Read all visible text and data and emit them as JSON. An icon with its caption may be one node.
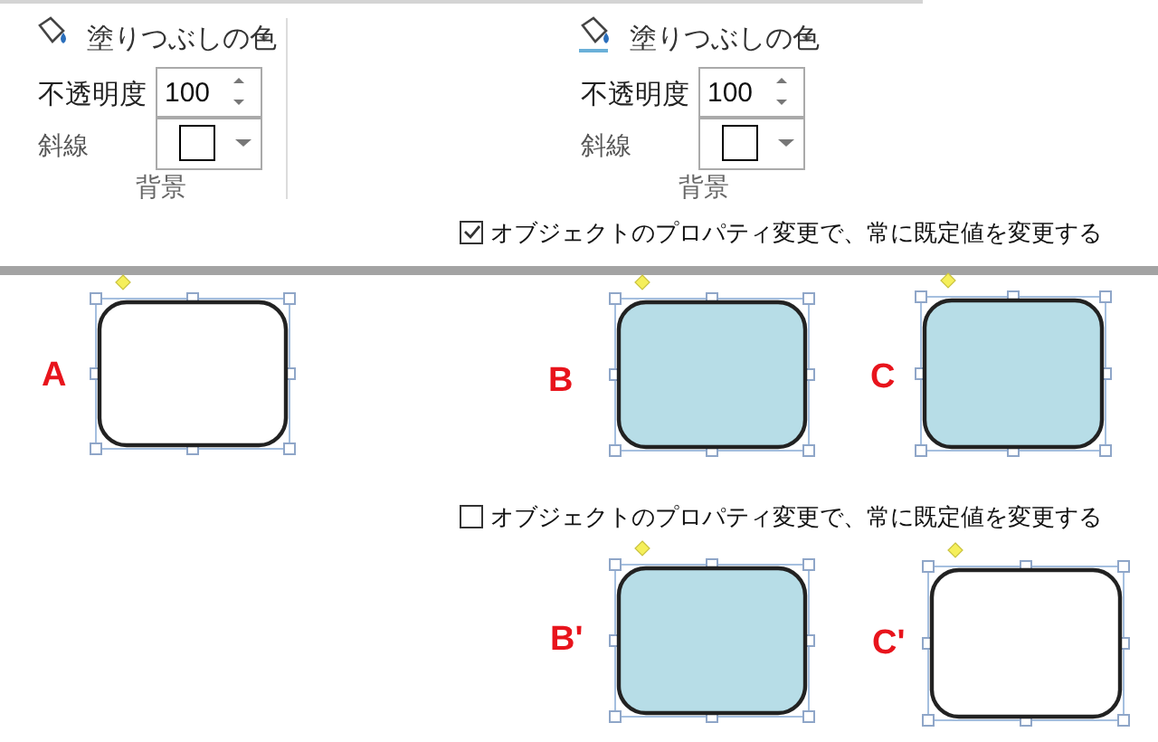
{
  "diagram": {
    "nodes": [
      {
        "text": [],
        "shape": "box",
        "beside": [
          "A"
        ]
      },
      {
        "text": [],
        "shape": "box",
        "beside": [
          "B"
        ]
      },
      {
        "text": [],
        "shape": "box",
        "beside": [
          "C"
        ]
      },
      {
        "text": [],
        "shape": "box",
        "beside": [
          "B'"
        ]
      },
      {
        "text": [],
        "shape": "box",
        "beside": [
          "C'"
        ]
      }
    ],
    "labels": [
      "塗りつぶしの色",
      "不透明度",
      "100",
      "斜線",
      "背景",
      "塗りつぶしの色",
      "不透明度",
      "100",
      "斜線",
      "背景",
      "オブジェクトのプロパティ変更で、常に既定値を変更する",
      "オブジェクトのプロパティ変更で、常に既定値を変更する"
    ]
  }
}
